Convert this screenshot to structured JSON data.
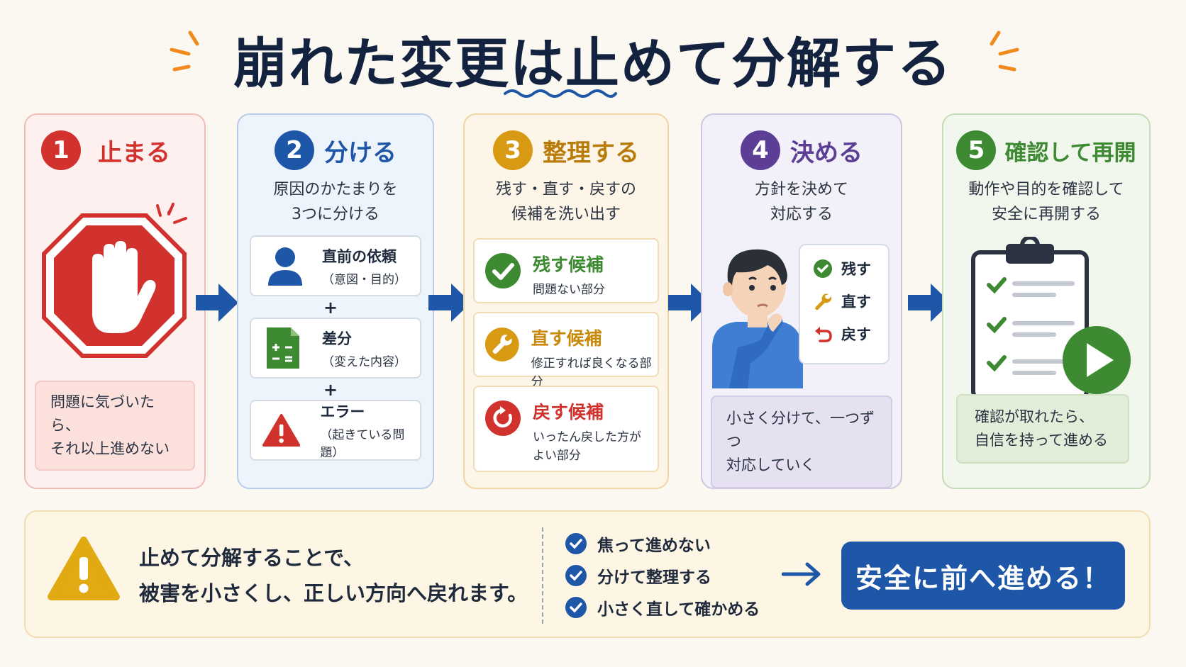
{
  "title": "崩れた変更は止めて分解する",
  "steps": [
    {
      "num": "1",
      "title": "止まる",
      "note": [
        "問題に気づいたら、",
        "それ以上進めない"
      ]
    },
    {
      "num": "2",
      "title": "分ける",
      "desc": [
        "原因のかたまりを",
        "3つに分ける"
      ],
      "items": [
        {
          "title": "直前の依頼",
          "sub": "（意図・目的）"
        },
        {
          "title": "差分",
          "sub": "（変えた内容）"
        },
        {
          "title": "エラー",
          "sub": "（起きている問題）"
        }
      ],
      "plus": "+"
    },
    {
      "num": "3",
      "title": "整理する",
      "desc": [
        "残す・直す・戻すの",
        "候補を洗い出す"
      ],
      "cards": [
        {
          "title": "残す候補",
          "sub": [
            "問題ない部分"
          ]
        },
        {
          "title": "直す候補",
          "sub": [
            "修正すれば良くなる部分"
          ]
        },
        {
          "title": "戻す候補",
          "sub": [
            "いったん戻した方が",
            "よい部分"
          ]
        }
      ]
    },
    {
      "num": "4",
      "title": "決める",
      "desc": [
        "方針を決めて",
        "対応する"
      ],
      "options": [
        "残す",
        "直す",
        "戻す"
      ],
      "note": [
        "小さく分けて、一つずつ",
        "対応していく"
      ]
    },
    {
      "num": "5",
      "title": "確認して再開",
      "desc": [
        "動作や目的を確認して",
        "安全に再開する"
      ],
      "note": [
        "確認が取れたら、",
        "自信を持って進める"
      ]
    }
  ],
  "bottom": {
    "message": [
      "止めて分解することで、",
      "被害を小さくし、正しい方向へ戻れます。"
    ],
    "checks": [
      "焦って進めない",
      "分けて整理する",
      "小さく直して確かめる"
    ],
    "button": "安全に前へ進める！"
  },
  "colors": {
    "red": "#d2322d",
    "blue": "#1f57a8",
    "gold": "#d89a12",
    "purple": "#5c3f95",
    "green": "#3d8a33",
    "navy": "#13223f"
  }
}
